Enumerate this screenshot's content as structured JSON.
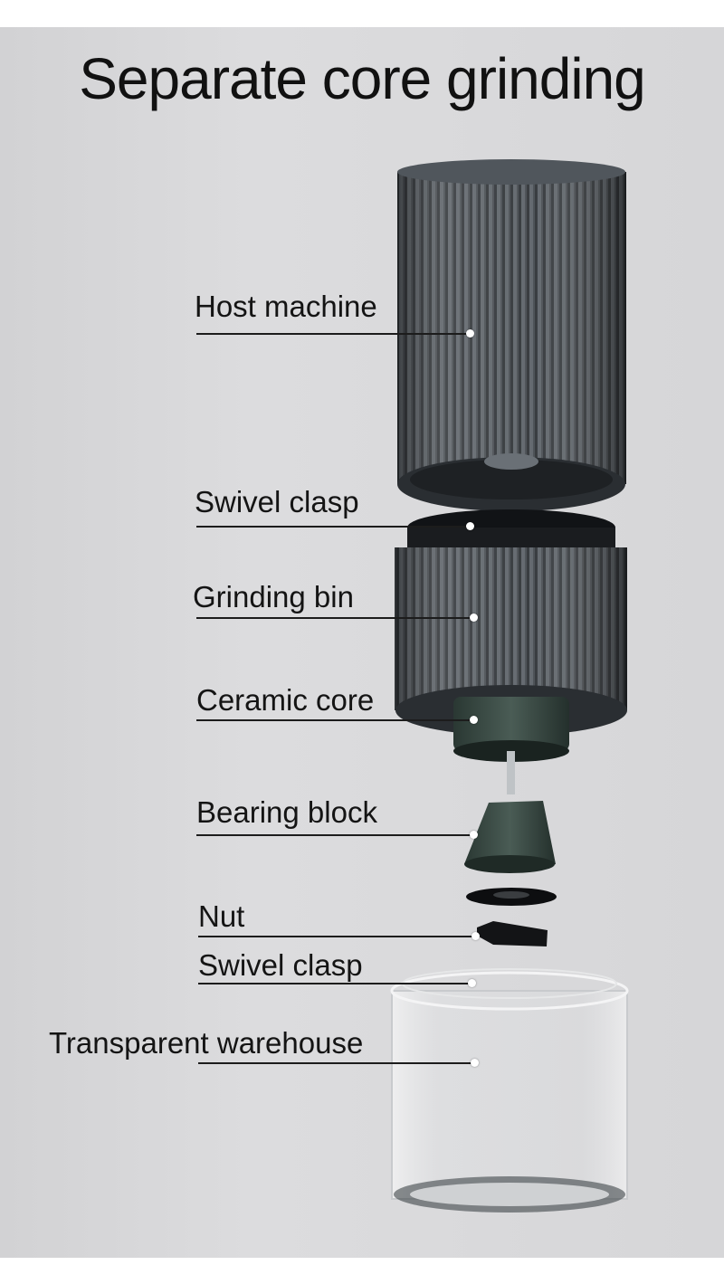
{
  "title": "Separate core grinding",
  "labels": [
    "Host machine",
    "Swivel clasp",
    "Grinding bin",
    "Ceramic core",
    "Bearing block",
    "Nut",
    "Swivel clasp",
    "Transparent warehouse"
  ],
  "colors": {
    "background": "#d8d8da",
    "body_metal": "#3c4044",
    "core_green": "#3a4a44",
    "text": "#141414"
  }
}
